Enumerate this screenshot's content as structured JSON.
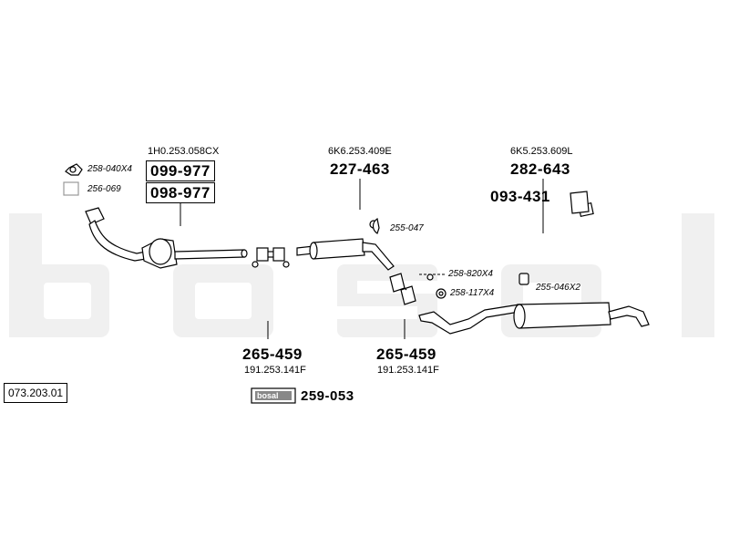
{
  "diagram": {
    "watermark": "bosal",
    "reference_number": "073.203.01",
    "kit": {
      "logo_text": "bosal",
      "part_number": "259-053"
    },
    "parts": {
      "catalyst": {
        "oe_number": "1H0.253.058CX",
        "part_numbers": [
          "099-977",
          "098-977"
        ]
      },
      "front_pipe_nut": {
        "spec": "258-040X4"
      },
      "front_gasket": {
        "spec": "256-069"
      },
      "middle_silencer": {
        "oe_number": "6K6.253.409E",
        "part_number": "227-463"
      },
      "rubber_mount_middle": {
        "spec": "255-047"
      },
      "rear_silencer": {
        "oe_number": "6K5.253.609L",
        "part_number": "282-643"
      },
      "rear_bracket": {
        "part_number": "093-431"
      },
      "bolts": {
        "spec": "258-820X4"
      },
      "washers": {
        "spec": "258-117X4"
      },
      "rubber_mount_rear": {
        "spec": "255-046X2"
      },
      "clamp_left": {
        "part_number": "265-459",
        "oe_number": "191.253.141F"
      },
      "clamp_right": {
        "part_number": "265-459",
        "oe_number": "191.253.141F"
      }
    }
  }
}
